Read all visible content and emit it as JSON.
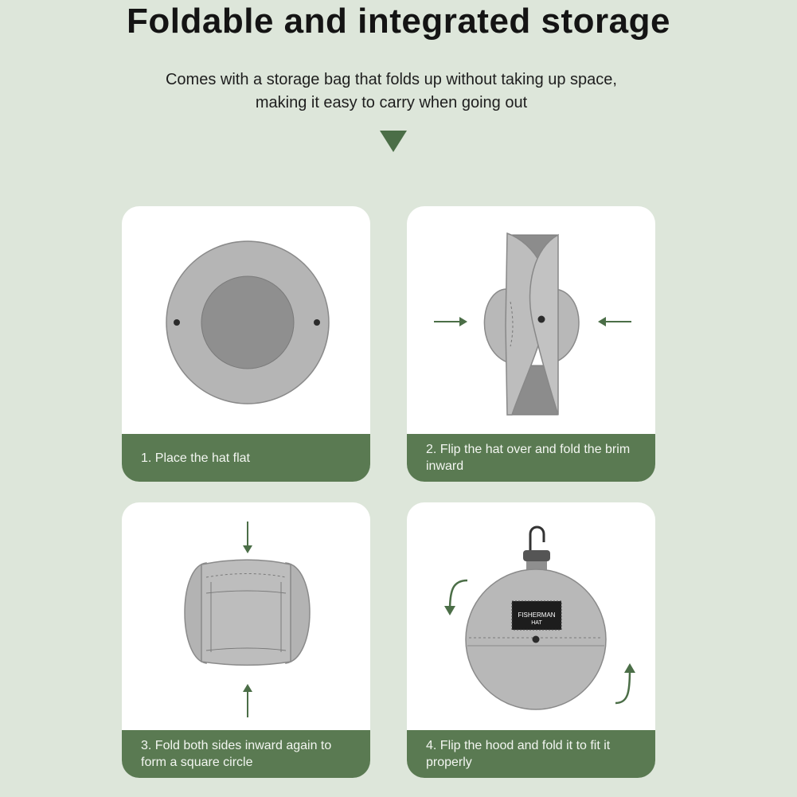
{
  "header": {
    "title": "Foldable and integrated storage",
    "subtitle_line1": "Comes with a storage bag that folds up without taking up space,",
    "subtitle_line2": "making it easy to carry when going out"
  },
  "colors": {
    "background": "#dde6da",
    "footer": "#5a7a52",
    "hat_gray": "#b5b5b5",
    "hat_dark": "#8e8e8e"
  },
  "steps": [
    {
      "label": "1. Place the hat flat",
      "icon": "flat-hat-icon"
    },
    {
      "label": "2. Flip the hat over and fold the brim inward",
      "icon": "fold-brim-icon"
    },
    {
      "label": "3. Fold both sides inward again to form a square circle",
      "icon": "fold-square-icon"
    },
    {
      "label": "4. Flip the hood and fold it to fit it properly",
      "icon": "storage-bag-icon"
    }
  ],
  "tag": {
    "line1": "FISHERMAN",
    "line2": "HAT"
  }
}
